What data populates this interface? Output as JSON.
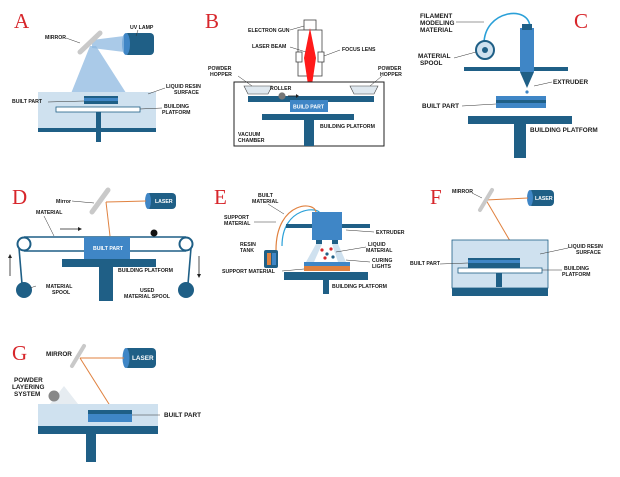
{
  "colors": {
    "accent_red": "#d7262b",
    "dark_blue": "#1f5f86",
    "mid_blue": "#3f86c6",
    "light_blue": "#cfe1ef",
    "beam_blue": "#8db8e0",
    "laser_orange": "#e0813f",
    "electron_red": "#ff1a1a"
  },
  "panels": {
    "A": {
      "letter": "A",
      "labels": {
        "mirror": "MIRROR",
        "uv_lamp": "UV LAMP",
        "liquid_resin_1": "LIQUID RESIN",
        "liquid_resin_2": "SURFACE",
        "built_part": "BUILT PART",
        "platform_1": "BUILDING",
        "platform_2": "PLATFORM"
      }
    },
    "B": {
      "letter": "B",
      "labels": {
        "electron_gun": "ELECTRON GUN",
        "laser_beam": "LASER BEAM",
        "focus_lens": "FOCUS LENS",
        "powder_hopper_left_1": "POWDER",
        "powder_hopper_left_2": "HOPPER",
        "powder_hopper_right_1": "POWDER",
        "powder_hopper_right_2": "HOPPER",
        "roller": "ROLLER",
        "build_part": "BUILD PART",
        "building_platform": "BUILDING PLATFORM",
        "vacuum_1": "VACUUM",
        "vacuum_2": "CHAMBER"
      }
    },
    "C": {
      "letter": "C",
      "labels": {
        "filament_1": "FILAMENT",
        "filament_2": "MODELING",
        "filament_3": "MATERIAL",
        "spool_1": "MATERIAL",
        "spool_2": "SPOOL",
        "extruder": "EXTRUDER",
        "built_part": "BUILT PART",
        "building_platform": "BUILDING PLATFORM"
      }
    },
    "D": {
      "letter": "D",
      "labels": {
        "mirror": "Mirror",
        "laser": "LASER",
        "material": "MATERIAL",
        "built_part": "BUILT PART",
        "building_platform": "BUILDING PLATFORM",
        "spool_1": "MATERIAL",
        "spool_2": "SPOOL",
        "used_1": "USED",
        "used_2": "MATERIAL SPOOL"
      }
    },
    "E": {
      "letter": "E",
      "labels": {
        "built_1": "BUILT",
        "built_2": "MATERIAL",
        "support_1": "SUPPORT",
        "support_2": "MATERIAL",
        "extruder": "EXTRUDER",
        "resin_1": "RESIN",
        "resin_2": "TANK",
        "liquid_1": "LIQUID",
        "liquid_2": "MATERIAL",
        "curing_1": "CURING",
        "curing_2": "LIGHTS",
        "support_material": "SUPPORT MATERIAL",
        "building_platform": "BUILDING PLATFORM"
      }
    },
    "F": {
      "letter": "F",
      "labels": {
        "mirror": "MIRROR",
        "laser": "LASER",
        "liquid_1": "LIQUID RESIN",
        "liquid_2": "SURFACE",
        "built_part": "BUILT PART",
        "platform_1": "BUILDING",
        "platform_2": "PLATFORM"
      }
    },
    "G": {
      "letter": "G",
      "labels": {
        "mirror": "MIRROR",
        "laser": "LASER",
        "powder_1": "POWDER",
        "powder_2": "LAYERING",
        "powder_3": "SYSTEM",
        "built_part": "BUILT PART"
      }
    }
  }
}
